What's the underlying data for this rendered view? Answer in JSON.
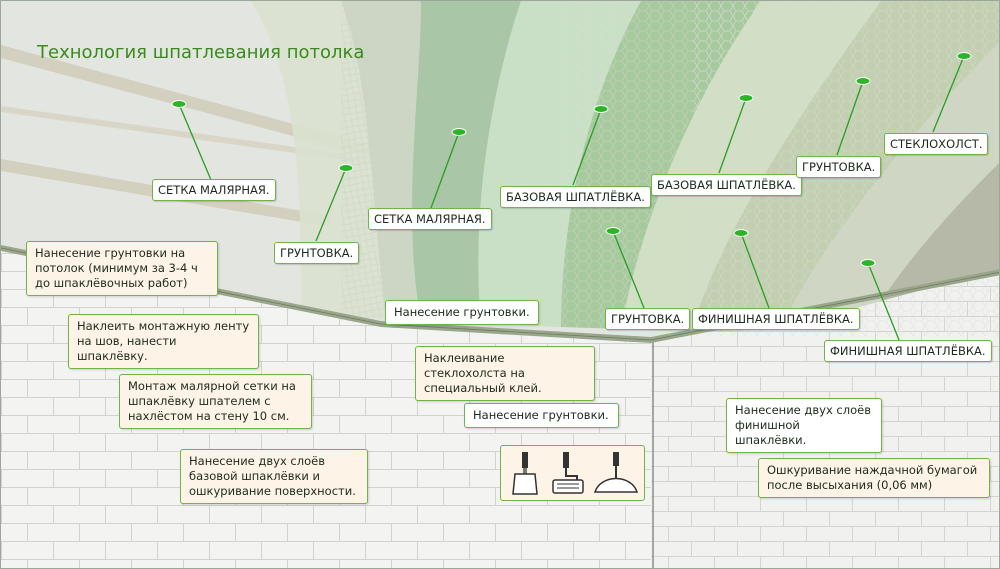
{
  "title": "Технология шпатлевания потолка",
  "labels": {
    "setka1": "СЕТКА МАЛЯРНАЯ.",
    "grunt1": "ГРУНТОВКА.",
    "setka2": "СЕТКА МАЛЯРНАЯ.",
    "baza1": "БАЗОВАЯ ШПАТЛЁВКА.",
    "baza2": "БАЗОВАЯ ШПАТЛЁВКА.",
    "grunt2": "ГРУНТОВКА.",
    "steklo": "СТЕКЛОХОЛСТ.",
    "grunt3": "ГРУНТОВКА.",
    "finish1": "ФИНИШНАЯ ШПАТЛЁВКА.",
    "finish2": "ФИНИШНАЯ ШПАТЛЁВКА."
  },
  "steps": {
    "s1": "Нанесение грунтовки на потолок (минимум за 3-4 ч до шпаклёвочных работ)",
    "s2": "Наклеить монтажную ленту на шов, нанести шпаклёвку.",
    "s3": "Монтаж малярной сетки на шпаклёвку шпателем с нахлёстом на стену 10 см.",
    "s4": "Нанесение двух слоёв базовой шпаклёвки и ошкуривание поверхности.",
    "s5": "Нанесение грунтовки.",
    "s6": "Наклеивание стеклохолста на специальный клей.",
    "s7": "Нанесение грунтовки.",
    "s8": "Нанесение двух слоёв финишной шпаклёвки.",
    "s9": "Ошкуривание наждачной бумагой после высыхания (0,06 мм)"
  },
  "colors": {
    "accent": "#6fb34a",
    "title": "#3a8a1e",
    "dot": "#2db52a",
    "ceiling": "#e4e6e2",
    "wall": "#f2f2f0",
    "brick_line": "#d3d3d0"
  },
  "tools": [
    "spatula-icon",
    "roller-icon",
    "wide-spatula-icon"
  ]
}
